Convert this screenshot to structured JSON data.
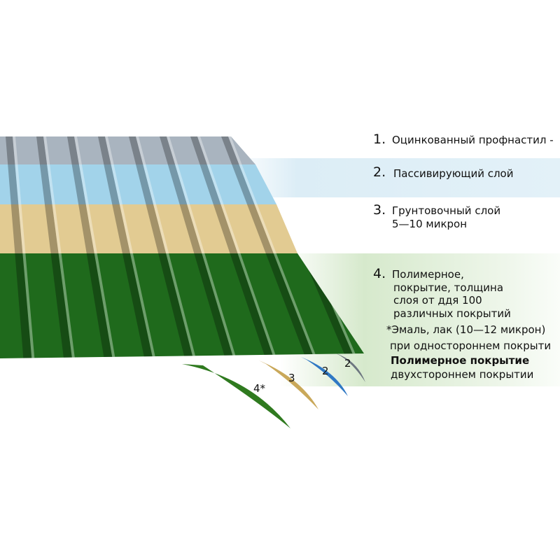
{
  "layers": [
    {
      "number": "1.",
      "lines": [
        "Оцинкованный профнастил -"
      ]
    },
    {
      "number": "2.",
      "lines": [
        "Пассивирующий слой"
      ]
    },
    {
      "number": "3.",
      "lines": [
        "Грунтовочный слой",
        "5—10 микрон"
      ]
    },
    {
      "number": "4.",
      "lines": [
        "Полимерное,",
        "покрытие, толщина",
        "слоя от ддя 100",
        "различных покрытий"
      ]
    }
  ],
  "note": {
    "star_line": "*Эмаль, лак (10—12 микрон)",
    "line2": "при одностороннем покрыти",
    "bold_line": "Полимерное покрытие",
    "line4": "двухстороннем покрытии"
  },
  "flap_labels": [
    "4*",
    "3",
    "2",
    "2"
  ],
  "colors": {
    "zinc": "#a9b4bf",
    "passive": "#9fd0e8",
    "primer": "#e0c98f",
    "polymer": "#1f6a1c",
    "blue_flap": "#2f78c4"
  }
}
